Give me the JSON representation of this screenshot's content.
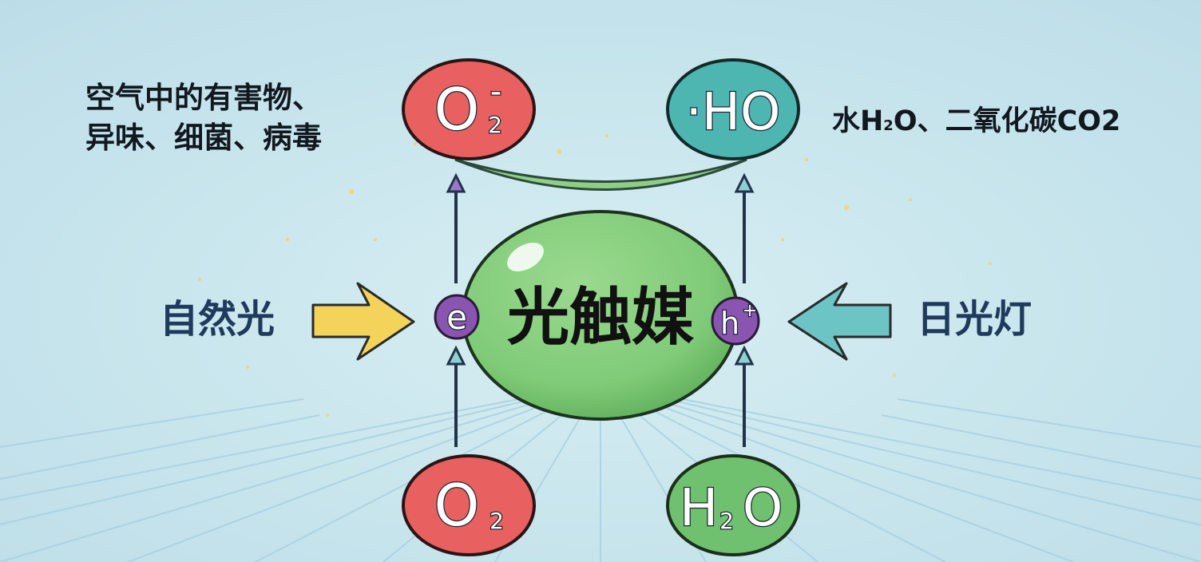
{
  "catalyst": {
    "label": "光触媒"
  },
  "left_input": {
    "label": "自然光",
    "arrow_color": "#f4d35a"
  },
  "right_input": {
    "label": "日光灯",
    "arrow_color": "#6cc4c4"
  },
  "electron": {
    "symbol": "e",
    "color": "#8a55b0"
  },
  "hole": {
    "symbol": "h",
    "charge": "+",
    "color": "#8a55b0"
  },
  "top_left_molecule": {
    "symbol": "O",
    "subscript": "2",
    "superscript": "-",
    "color": "#e86060"
  },
  "top_right_molecule": {
    "symbol": "·HO",
    "color": "#4eb6b0"
  },
  "bottom_left_molecule": {
    "symbol": "O",
    "subscript": "2",
    "color": "#e86060"
  },
  "bottom_right_molecule": {
    "symbol_h": "H",
    "subscript": "2",
    "symbol_o": "O",
    "color": "#6fc06f"
  },
  "left_text": {
    "line1": "空气中的有害物、",
    "line2": "异味、细菌、病毒"
  },
  "right_text": {
    "prefix": "水H",
    "sub": "2",
    "suffix": "O、二氧化碳CO2"
  },
  "catalyst_color": "#7fcb78"
}
